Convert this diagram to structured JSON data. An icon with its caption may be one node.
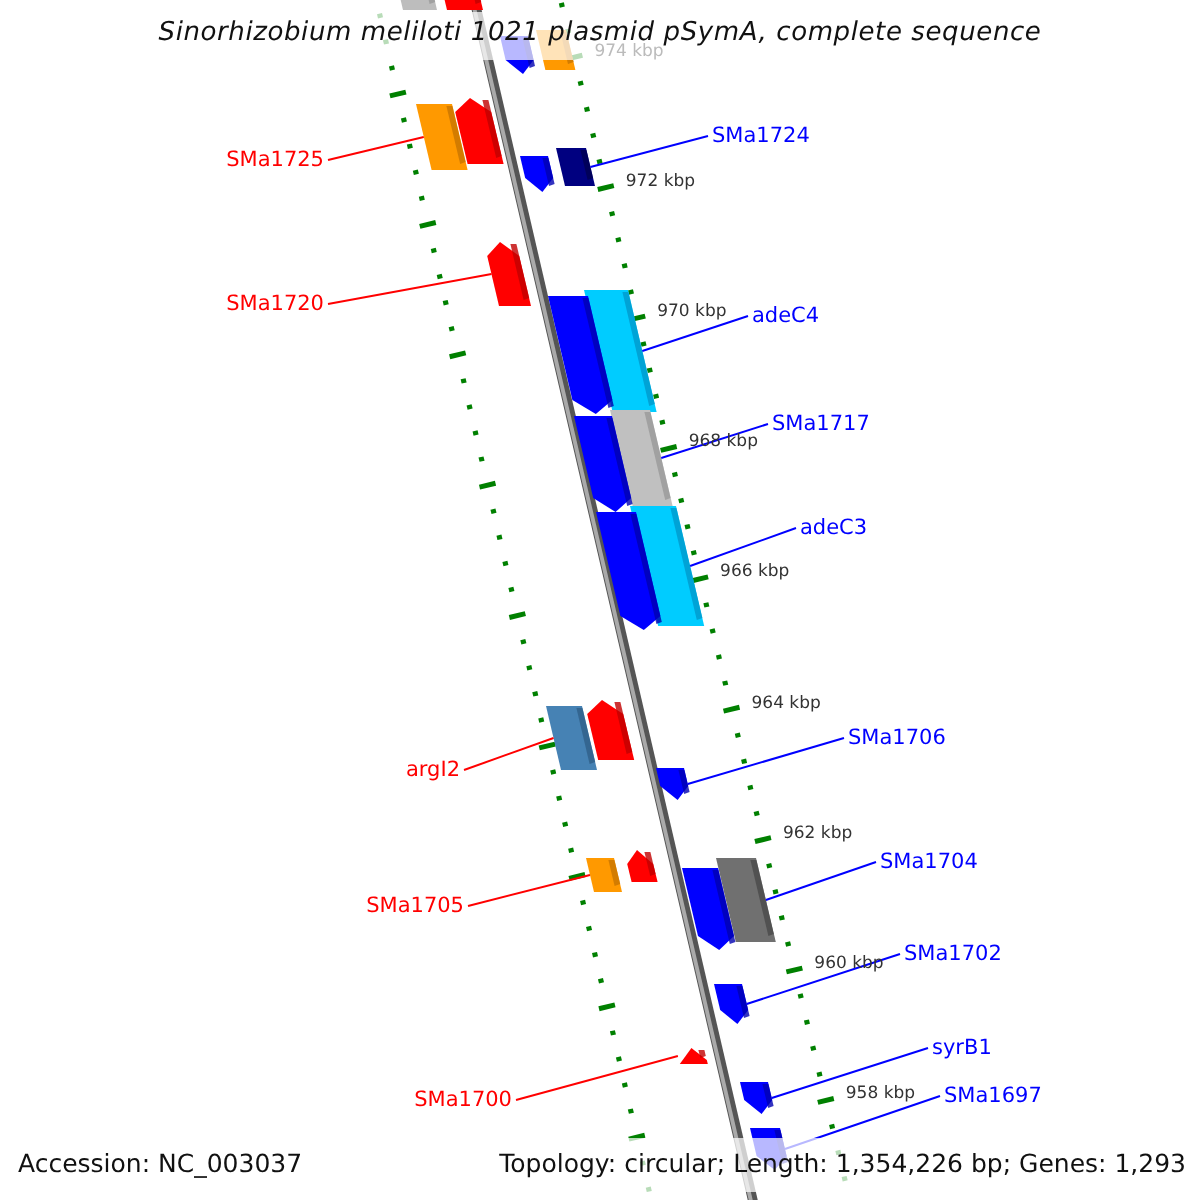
{
  "diagram": {
    "title": "Sinorhizobium meliloti 1021 plasmid pSymA, complete sequence",
    "nodes": [
      {
        "text": [
          "SMa1724"
        ]
      },
      {
        "text": [
          "SMa1725"
        ]
      },
      {
        "text": [
          "SMa1720"
        ]
      },
      {
        "text": [
          "adeC4"
        ]
      },
      {
        "text": [
          "SMa1717"
        ]
      },
      {
        "text": [
          "adeC3"
        ]
      },
      {
        "text": [
          "SMa1706"
        ]
      },
      {
        "text": [
          "argI2"
        ]
      },
      {
        "text": [
          "SMa1704"
        ]
      },
      {
        "text": [
          "SMa1705"
        ]
      },
      {
        "text": [
          "SMa1702"
        ]
      },
      {
        "text": [
          "syrB1"
        ]
      },
      {
        "text": [
          "SMa1700"
        ]
      },
      {
        "text": [
          "SMa1697"
        ]
      },
      {
        "text": [],
        "shape": "box"
      },
      {
        "text": [],
        "shape": "box"
      },
      {
        "text": [],
        "shape": "box"
      },
      {
        "text": [],
        "shape": "box"
      },
      {
        "text": [],
        "shape": "box"
      },
      {
        "text": [],
        "shape": "box"
      },
      {
        "text": [],
        "shape": "box"
      },
      {
        "text": [],
        "shape": "box"
      },
      {
        "text": [],
        "shape": "box"
      },
      {
        "text": [],
        "shape": "box"
      },
      {
        "text": [],
        "shape": "box"
      },
      {
        "text": [],
        "shape": "box"
      },
      {
        "text": [],
        "shape": "box"
      },
      {
        "text": [],
        "shape": "box"
      },
      {
        "text": [],
        "shape": "box"
      },
      {
        "text": [],
        "shape": "box"
      },
      {
        "text": [],
        "shape": "box"
      },
      {
        "text": [],
        "shape": "box"
      },
      {
        "text": [],
        "shape": "box"
      },
      {
        "text": [],
        "shape": "box"
      },
      {
        "text": [],
        "shape": "box"
      },
      {
        "text": [],
        "shape": "box"
      },
      {
        "text": [],
        "shape": "box"
      },
      {
        "text": [],
        "shape": "box"
      },
      {
        "text": [],
        "shape": "box"
      },
      {
        "text": [],
        "shape": "box"
      }
    ],
    "edges": [
      {
        "from": 0,
        "to": 20,
        "arrow": "none"
      },
      {
        "from": 1,
        "to": 19,
        "arrow": "none",
        "color": "#ff0000"
      },
      {
        "from": 2,
        "to": 22,
        "arrow": "none",
        "color": "#ff0000"
      },
      {
        "from": 3,
        "to": 23,
        "arrow": "none"
      },
      {
        "from": 4,
        "to": 25,
        "arrow": "none"
      },
      {
        "from": 5,
        "to": 27,
        "arrow": "none"
      },
      {
        "from": 6,
        "to": 31,
        "arrow": "none"
      },
      {
        "from": 7,
        "to": 30,
        "arrow": "none",
        "color": "#ff0000"
      },
      {
        "from": 8,
        "to": 34,
        "arrow": "none"
      },
      {
        "from": 9,
        "to": 33,
        "arrow": "none",
        "color": "#ff0000"
      },
      {
        "from": 10,
        "to": 36,
        "arrow": "none"
      },
      {
        "from": 11,
        "to": 38,
        "arrow": "none"
      },
      {
        "from": 12,
        "to": 37,
        "arrow": "none",
        "color": "#ff0000"
      },
      {
        "from": 13,
        "to": 39,
        "arrow": "none"
      }
    ],
    "labels": [
      "974 kbp",
      "972 kbp",
      "970 kbp",
      "968 kbp",
      "966 kbp",
      "964 kbp",
      "962 kbp",
      "960 kbp",
      "958 kbp",
      "Accession: NC_003037",
      "Topology: circular; Length: 1,354,226 bp; Genes: 1,293"
    ]
  }
}
